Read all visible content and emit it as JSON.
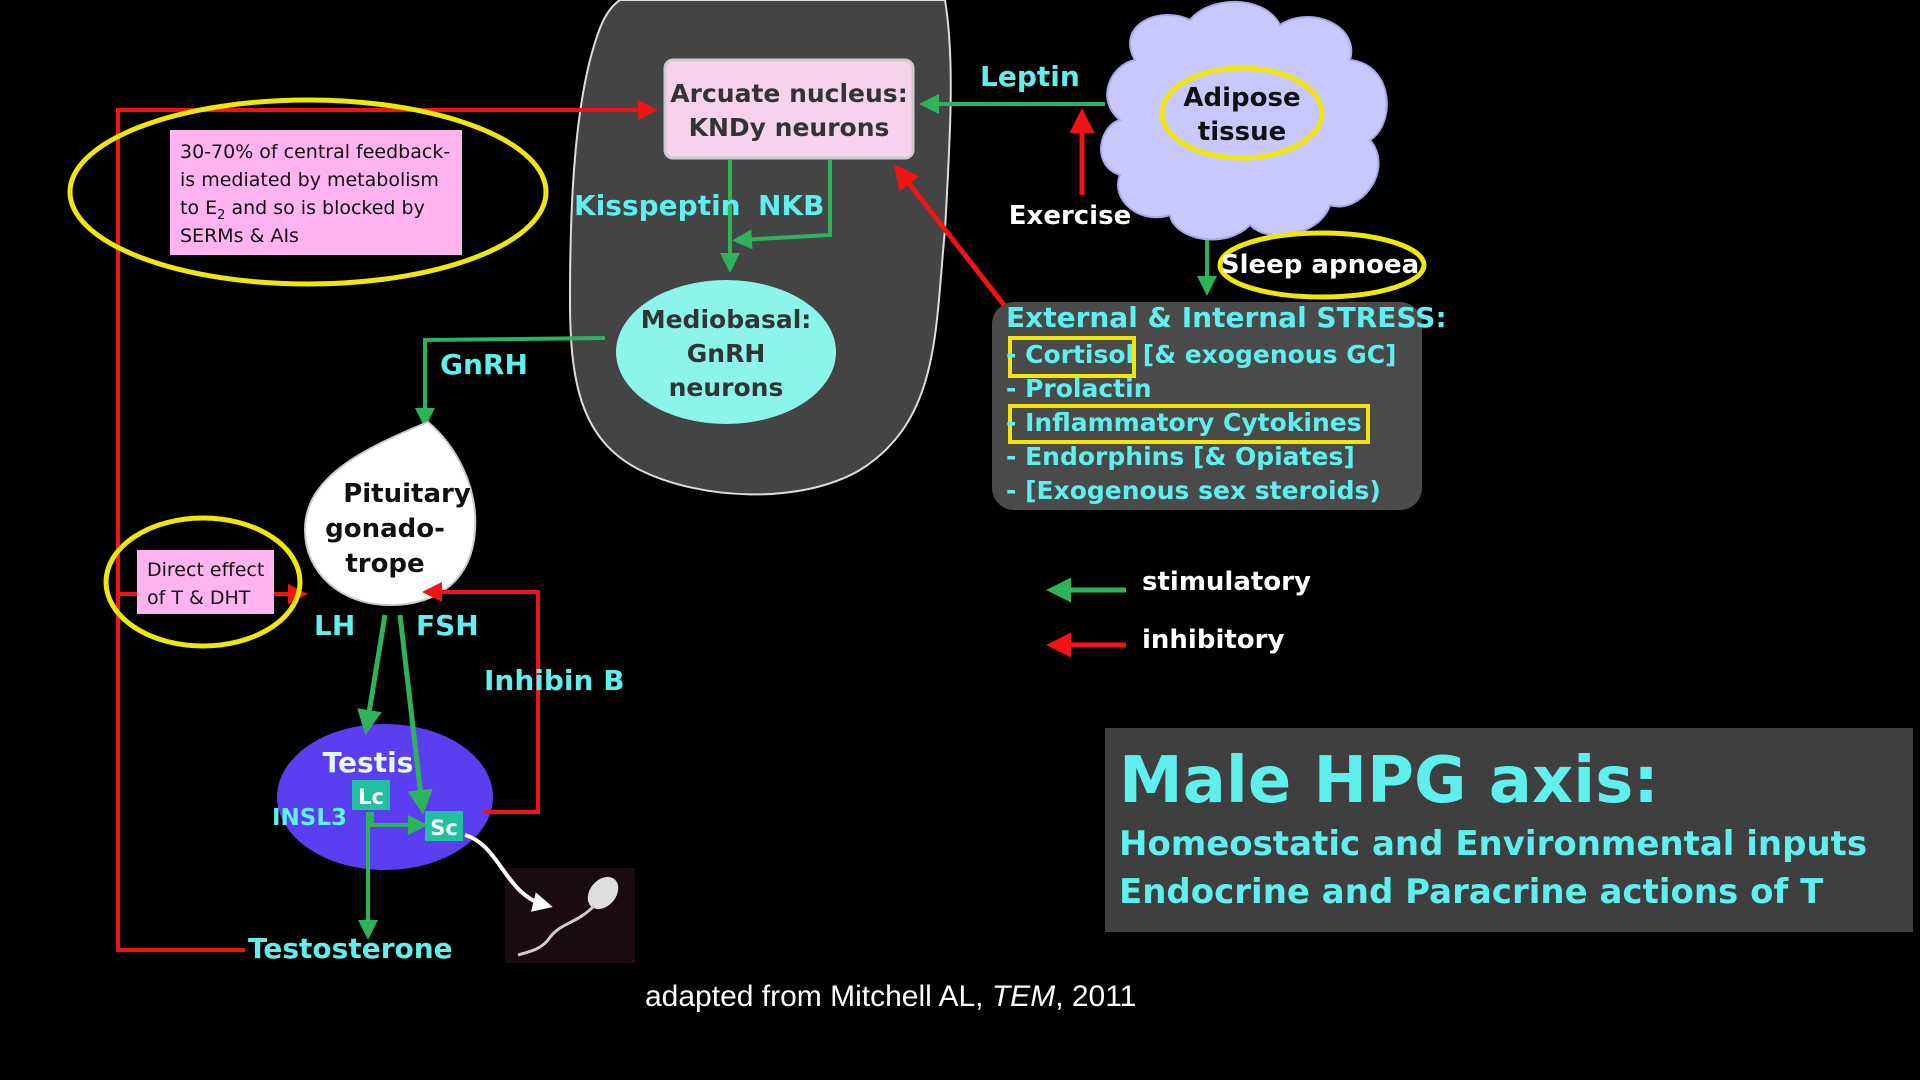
{
  "arcuate": {
    "line1": "Arcuate nucleus:",
    "line2": "KNDy neurons"
  },
  "mediobasal": {
    "line1": "Mediobasal:",
    "line2": "GnRH",
    "line3": "neurons"
  },
  "pituitary": {
    "line1": "Pituitary",
    "line2": "gonado-",
    "line3": "trope"
  },
  "adipose": {
    "line1": "Adipose",
    "line2": "tissue"
  },
  "testis": {
    "label": "Testis",
    "lc": "Lc",
    "sc": "Sc"
  },
  "labels": {
    "leptin": "Leptin",
    "exercise": "Exercise",
    "sleep_apnoea": "Sleep apnoea",
    "kisspeptin": "Kisspeptin",
    "nkb": "NKB",
    "gnrh": "GnRH",
    "lh": "LH",
    "fsh": "FSH",
    "inhibin_b": "Inhibin B",
    "insl3": "INSL3",
    "testosterone": "Testosterone"
  },
  "feedback_note": {
    "line1": "30-70% of central feedback-",
    "line2": "is mediated by metabolism",
    "line3_pre": "to E",
    "line3_sub": "2",
    "line3_post": " and so is blocked by",
    "line4": "SERMs & AIs"
  },
  "direct_note": {
    "line1": "Direct effect",
    "line2": "of T & DHT"
  },
  "stress": {
    "title": "External & Internal STRESS:",
    "items": [
      {
        "dash": "- ",
        "text": "Cortisol",
        "rest": " [& exogenous GC]"
      },
      {
        "dash": "- ",
        "text": "Prolactin",
        "rest": ""
      },
      {
        "dash": "- ",
        "text": "Inflammatory Cytokines",
        "rest": ""
      },
      {
        "dash": "- ",
        "text": "Endorphins [& Opiates]",
        "rest": ""
      },
      {
        "dash": "- ",
        "text": "[Exogenous sex steroids)",
        "rest": ""
      }
    ]
  },
  "legend": {
    "stimulatory": "stimulatory",
    "inhibitory": "inhibitory"
  },
  "title": {
    "main": "Male HPG axis:",
    "sub1": "Homeostatic and Environmental inputs",
    "sub2": "Endocrine and Paracrine actions of T"
  },
  "citation": {
    "pre": "adapted from Mitchell AL, ",
    "journal": "TEM",
    "post": ", 2011"
  },
  "colors": {
    "stimulatory": "#2db35a",
    "inhibitory": "#f01414",
    "highlight": "#f0e60a",
    "label": "#5ff0ee",
    "note_fill": "#ffb3f0",
    "testis_fill": "#5b3ef0",
    "adipose_fill": "#c8c8ff",
    "mediobasal_fill": "#8cf5ea",
    "arcuate_fill": "#f7d2ec",
    "brain_fill": "#444444"
  }
}
